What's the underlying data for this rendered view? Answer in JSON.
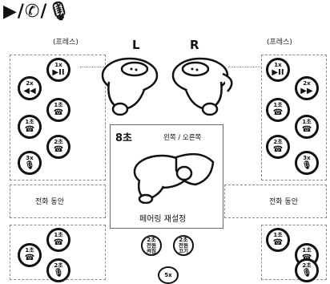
{
  "header": {
    "symbols": "▶/☎/🎙"
  },
  "press_left": "(프레스)",
  "press_right": "(프레스)",
  "earbuds": {
    "left_label": "L",
    "right_label": "R"
  },
  "pairing_box": {
    "seconds": "8초",
    "side": "왼쪽 / 오른쪽",
    "caption": "페어링 재설정"
  },
  "during_call_left": "전화 동안",
  "during_call_right": "전화 동안",
  "left_buttons": [
    {
      "count": "1x",
      "symbol": "▶II"
    },
    {
      "count": "2x",
      "symbol": "◀◀"
    },
    {
      "count": "1초",
      "symbol": "☎"
    },
    {
      "count": "1초",
      "symbol": "☎"
    },
    {
      "count": "2초",
      "symbol": "☎"
    },
    {
      "count": "3x",
      "symbol": "🎙"
    }
  ],
  "right_buttons": [
    {
      "count": "1x",
      "symbol": "▶II"
    },
    {
      "count": "2x",
      "symbol": "▶▶"
    },
    {
      "count": "1초",
      "symbol": "☎"
    },
    {
      "count": "1초",
      "symbol": "☎"
    },
    {
      "count": "2초",
      "symbol": "☎"
    },
    {
      "count": "3x",
      "symbol": "🎙"
    }
  ],
  "call_left_buttons": [
    {
      "count": "1초",
      "symbol": "☎"
    },
    {
      "count": "1초",
      "symbol": "☎"
    },
    {
      "count": "2초",
      "symbol": "🎙"
    }
  ],
  "call_right_buttons": [
    {
      "count": "1초",
      "symbol": "☎"
    },
    {
      "count": "1초",
      "symbol": "☎"
    },
    {
      "count": "2초",
      "symbol": "🎙"
    }
  ],
  "power_buttons": [
    {
      "count": "2초",
      "line1": "전원",
      "line2": "켜짐"
    },
    {
      "count": "2초",
      "line1": "전원",
      "line2": "끄기"
    }
  ],
  "bottom_button": {
    "count": "5x"
  }
}
